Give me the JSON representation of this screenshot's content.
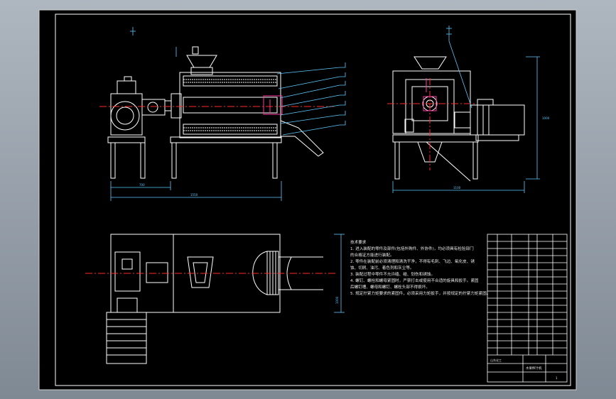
{
  "colors": {
    "sheet": "#000000",
    "frame": "#ffffff",
    "outline": "#ffffff",
    "center_line": "#ff2a2a",
    "dimension": "#5ec8ff",
    "accent": "#ff3aa0"
  },
  "dimensions": {
    "front_width": "1550",
    "front_offset": "700",
    "side_width": "1100",
    "side_height": "1000",
    "plan_height": "1000"
  },
  "notes": {
    "title": "技术要求",
    "lines": [
      "1. 进入装配的零件及部件(包括外购件、外协件)，均必须具有检验部门",
      "   的合格证方能进行装配。",
      "2. 零件在装配前必须清理和清洗干净，不得有毛刺、飞边、氧化皮、锈",
      "   蚀、切屑、油污、着色剂和灰尘等。",
      "3. 装配过程中零件不允许磕、碰、划伤和锈蚀。",
      "4. 螺钉、螺栓和螺母紧固时，严禁打击或使用不合适的旋具和扳手。紧固",
      "   后螺钉槽、螺母和螺钉、螺栓头部不得损坏。",
      "5. 规定拧紧力矩要求的紧固件，必须采用力矩扳手，并按规定的拧紧力矩紧固。"
    ]
  },
  "title_block": {
    "company": "山东化工",
    "drawing_name": "水果榨汁机",
    "sheet_no": "1"
  }
}
